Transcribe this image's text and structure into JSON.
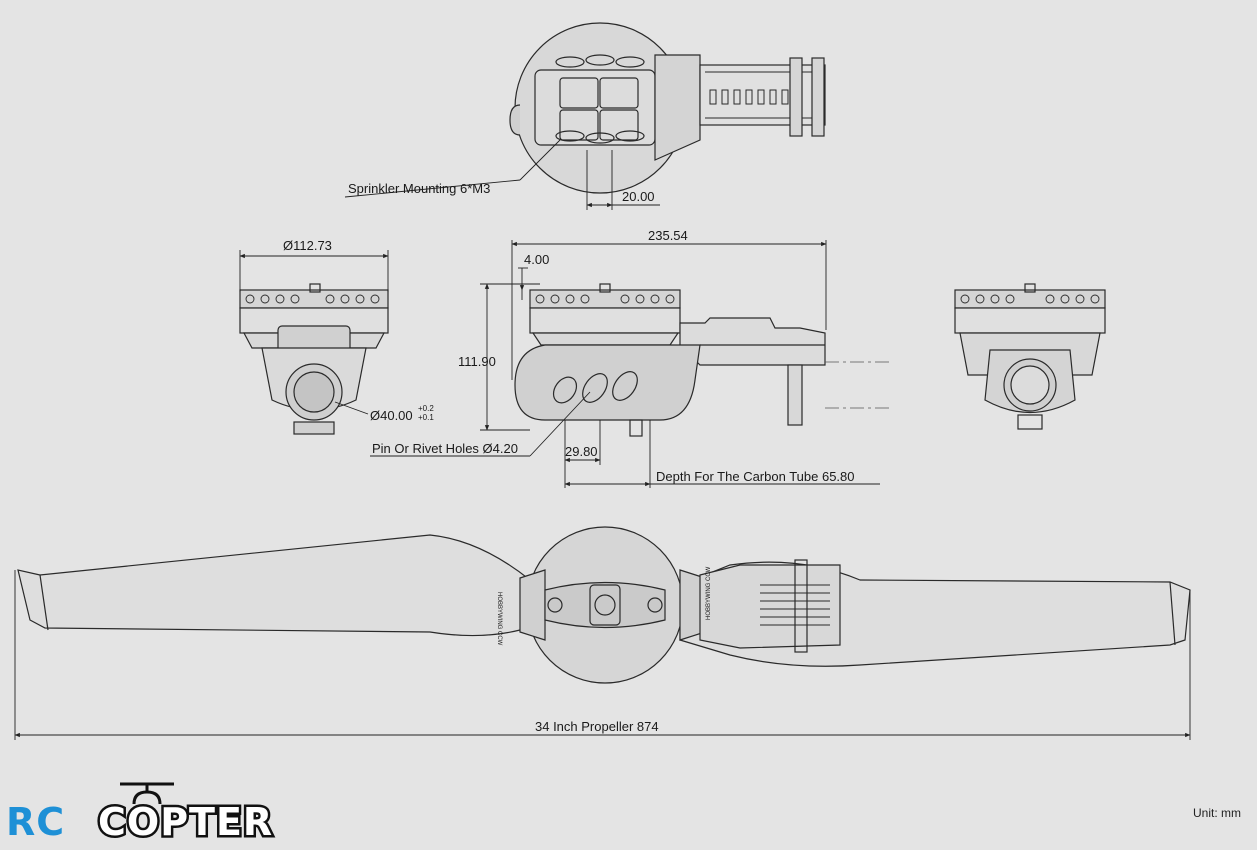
{
  "labels": {
    "sprinkler": "Sprinkler Mounting 6*M3",
    "dim_20": "20.00",
    "dim_112": "Ø112.73",
    "dim_235": "235.54",
    "dim_4": "4.00",
    "dim_111": "111.90",
    "dim_40": "Ø40.00",
    "dim_40_tol_upper": "+0.2",
    "dim_40_tol_lower": "+0.1",
    "pin_holes": "Pin Or Rivet Holes Ø4.20",
    "dim_29": "29.80",
    "depth": "Depth For The Carbon Tube 65.80",
    "propeller": "34 Inch Propeller 874"
  },
  "prop_text": {
    "left": "HOBBYWING CCW",
    "right": "HOBBYWING CCW"
  },
  "unit": "Unit: mm",
  "logo": {
    "part1": "RC",
    "part2": "COPTER"
  },
  "colors": {
    "background": "#e4e4e4",
    "line": "#2a2a2a",
    "logo_blue": "#1e90d6"
  }
}
